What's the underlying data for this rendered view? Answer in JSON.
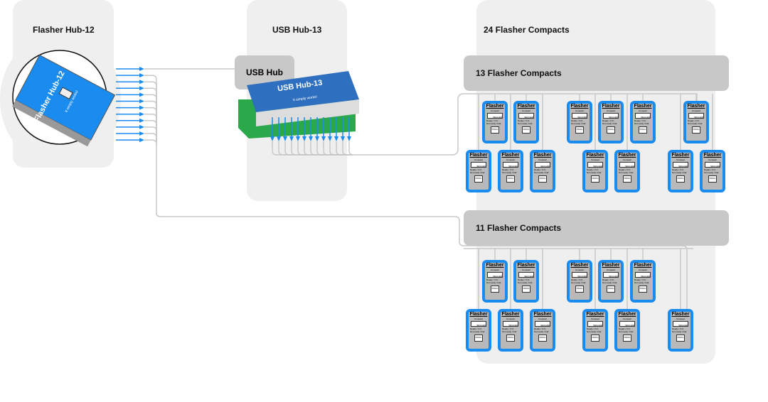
{
  "panels": {
    "hub12_title": "Flasher Hub-12",
    "usb13_title": "USB Hub-13",
    "compacts_title": "24 Flasher Compacts"
  },
  "hub12_device": {
    "label": "Flasher Hub-12",
    "tagline": "It simply works!"
  },
  "usb_hub": {
    "bar_label": "USB Hub",
    "device_label": "USB Hub-13",
    "tagline": "It simply works!"
  },
  "groups": [
    {
      "label": "13 Flasher Compacts",
      "count": 13
    },
    {
      "label": "11 Flasher Compacts",
      "count": 11
    }
  ],
  "compact": {
    "title": "Flasher",
    "subtitle": "Compact",
    "brand": "SEGGER",
    "led1": "Ready / O.K.",
    "led2": "Not ready / Fail",
    "button": "PROG"
  },
  "colors": {
    "device_blue": "#1a8cf0",
    "usb_blue": "#2f6fc0",
    "line": "#c8c8c8",
    "arrow": "#1a8cf0",
    "pcb": "#2aa84a"
  }
}
